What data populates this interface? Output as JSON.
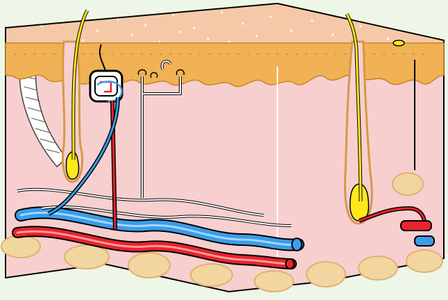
{
  "diagram": {
    "subject": "skin-cross-section",
    "colors": {
      "background": "#eef6e8",
      "epidermis_top": "#f5c9a8",
      "epidermis_speckle": "#ffffff",
      "stratum_basale": "#f0b254",
      "dermis": "#f8cfcf",
      "fat_lobule": "#f2d6a0",
      "fat_outline": "#e0b070",
      "artery": "#e8242c",
      "vein": "#3a9de8",
      "hair": "#ffe81a",
      "outline": "#000000",
      "nerve": "#ffffff"
    },
    "structures": [
      "epidermis",
      "stratum-basale",
      "dermis",
      "hypodermis",
      "hair-follicle",
      "sebaceous-gland",
      "sweat-gland",
      "artery",
      "vein",
      "nerve",
      "sensory-receptor",
      "adipose-tissue"
    ]
  }
}
